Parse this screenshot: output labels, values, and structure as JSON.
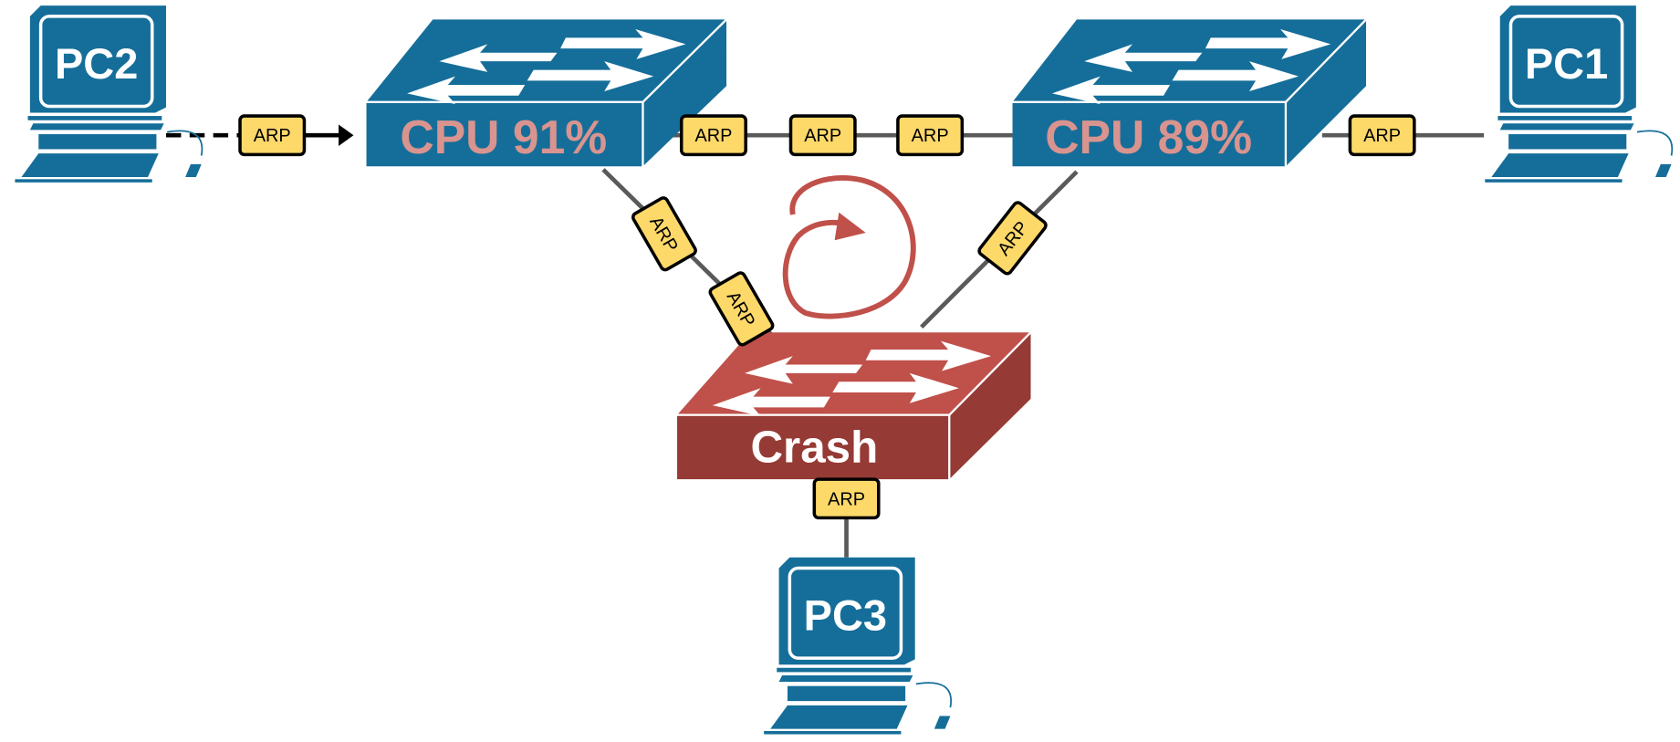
{
  "colors": {
    "blue": "#156e99",
    "red_top": "#c0504a",
    "red_front": "#953a34",
    "arp_fill": "#fdd96a",
    "cpu_text": "#d9948f",
    "link": "#5a5a5a",
    "loop": "#c0504a"
  },
  "devices": {
    "pc2": {
      "label": "PC2"
    },
    "pc1": {
      "label": "PC1"
    },
    "pc3": {
      "label": "PC3"
    },
    "switch_left": {
      "label": "CPU 91%",
      "cpu_percent": 91
    },
    "switch_right": {
      "label": "CPU 89%",
      "cpu_percent": 89
    },
    "switch_bottom": {
      "label": "Crash"
    }
  },
  "packets": {
    "label": "ARP"
  }
}
